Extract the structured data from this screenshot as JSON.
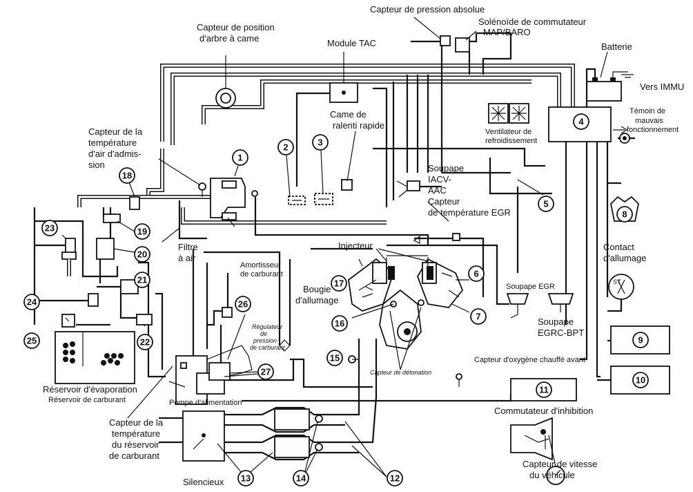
{
  "labels": {
    "capteur_pression_absolue": "Capteur de pression absolue",
    "solenoide_line1": "Solénoïde de commutateur",
    "solenoide_line2": "MAP/BARO",
    "capteur_arbre_line1": "Capteur de position",
    "capteur_arbre_line2": "d'arbre à came",
    "module_tac": "Module TAC",
    "batterie": "Batterie",
    "vers_immu": "Vers IMMU",
    "temoin_line1": "Témoin de",
    "temoin_line2": "mauvais",
    "temoin_line3": "fonctionnement",
    "came_ralenti_line1": "Came de",
    "came_ralenti_line2": "ralenti rapide",
    "ventilateur_line1": "Ventilateur de",
    "ventilateur_line2": "refroidissement",
    "capteur_air_line1": "Capteur de la",
    "capteur_air_line2": "température",
    "capteur_air_line3": "d'air d'admis-",
    "capteur_air_line4": "sion",
    "soupape_iacv_line1": "Soupape",
    "soupape_iacv_line2": "IACV-",
    "soupape_iacv_line3": "AAC",
    "capteur_egr_line1": "Capteur",
    "capteur_egr_line2": "de température EGR",
    "filtre_line1": "Filtre",
    "filtre_line2": "à air",
    "injecteur": "Injecteur",
    "contact_line1": "Contact",
    "contact_line2": "d'allumage",
    "amortisseur_line1": "Amortisseur",
    "amortisseur_line2": "de carburant",
    "bougie_line1": "Bougie",
    "bougie_line2": "d'allumage",
    "soupape_egr": "Soupape EGR",
    "soupape_egrc_line1": "Soupape",
    "soupape_egrc_line2": "EGRC-BPT",
    "regulateur_line1": "Régulateur",
    "regulateur_line2": "de",
    "regulateur_line3": "pression",
    "regulateur_line4": "de carburant",
    "capteur_detonation": "Capteur de détonation",
    "capteur_oxygene": "Capteur d'oxygène chauffé avant",
    "reservoir_evap": "Réservoir d'évaporation",
    "reservoir_carb": "Réservoir de carburant",
    "pompe": "Pompe d'alimentation",
    "capteur_reservoir_line1": "Capteur de la",
    "capteur_reservoir_line2": "température",
    "capteur_reservoir_line3": "du réservoir",
    "capteur_reservoir_line4": "de carburant",
    "commutateur_inhibition": "Commutateur d'inhibition",
    "capteur_vitesse_line1": "Capteur de vitesse",
    "capteur_vitesse_line2": "du véhicule",
    "silencieux": "Silencieux",
    "st": "ST"
  },
  "callouts": [
    "1",
    "2",
    "3",
    "4",
    "5",
    "6",
    "7",
    "8",
    "9",
    "10",
    "11",
    "12",
    "13",
    "14",
    "15",
    "16",
    "17",
    "18",
    "19",
    "20",
    "21",
    "22",
    "23",
    "24",
    "25",
    "26",
    "27"
  ]
}
